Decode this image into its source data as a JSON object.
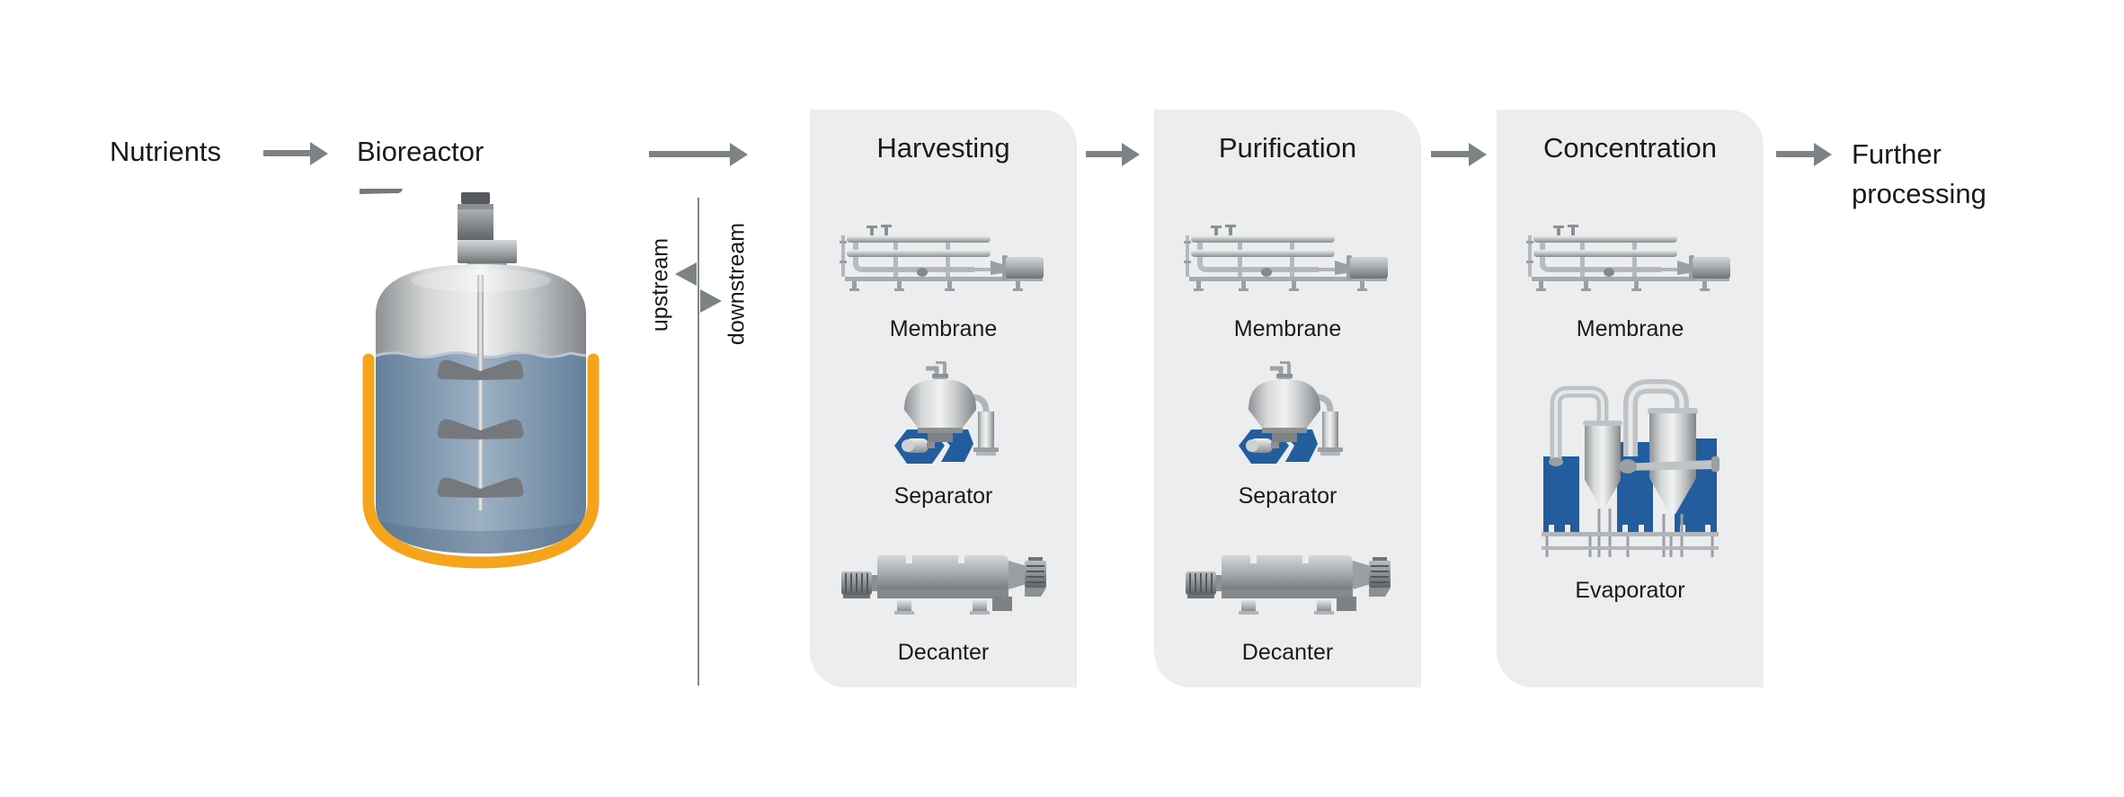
{
  "diagram": {
    "nutrients_label": "Nutrients",
    "bioreactor_label": "Bioreactor",
    "further_processing_line1": "Further",
    "further_processing_line2": "processing",
    "upstream_label": "upstream",
    "downstream_label": "downstream"
  },
  "panels": [
    {
      "title": "Harvesting",
      "equipment": [
        {
          "icon": "membrane-icon",
          "label": "Membrane"
        },
        {
          "icon": "separator-icon",
          "label": "Separator"
        },
        {
          "icon": "decanter-icon",
          "label": "Decanter"
        }
      ]
    },
    {
      "title": "Purification",
      "equipment": [
        {
          "icon": "membrane-icon",
          "label": "Membrane"
        },
        {
          "icon": "separator-icon",
          "label": "Separator"
        },
        {
          "icon": "decanter-icon",
          "label": "Decanter"
        }
      ]
    },
    {
      "title": "Concentration",
      "equipment": [
        {
          "icon": "membrane-icon",
          "label": "Membrane"
        },
        {
          "icon": "evaporator-icon",
          "label": "Evaporator"
        }
      ]
    }
  ],
  "colors": {
    "panel_bg": "#ECEDEE",
    "arrow_gray": "#7D8285",
    "accent_blue": "#235D9E",
    "accent_orange": "#F7A41D",
    "steel_light": "#E8E9EA",
    "steel_dark": "#7E8285",
    "liquid_blue": "#8AA0B6",
    "text": "#1A1A1A"
  }
}
